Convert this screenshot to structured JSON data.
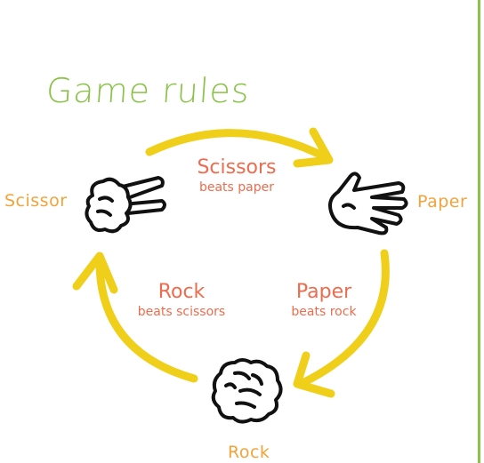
{
  "title": "Game rules",
  "nodes": {
    "scissor": "Scissor",
    "paper": "Paper",
    "rock": "Rock"
  },
  "rules": [
    {
      "main": "Scissors",
      "sub": "beats paper"
    },
    {
      "main": "Paper",
      "sub": "beats rock"
    },
    {
      "main": "Rock",
      "sub": "beats scissors"
    }
  ],
  "colors": {
    "title": "#8bc34a",
    "node_label": "#f2a33a",
    "rule_text": "#ee6c4d",
    "arrow": "#f0cf1a",
    "border": "#8bc34a"
  },
  "icons": [
    "scissors-hand-icon",
    "paper-hand-icon",
    "rock-fist-icon"
  ]
}
